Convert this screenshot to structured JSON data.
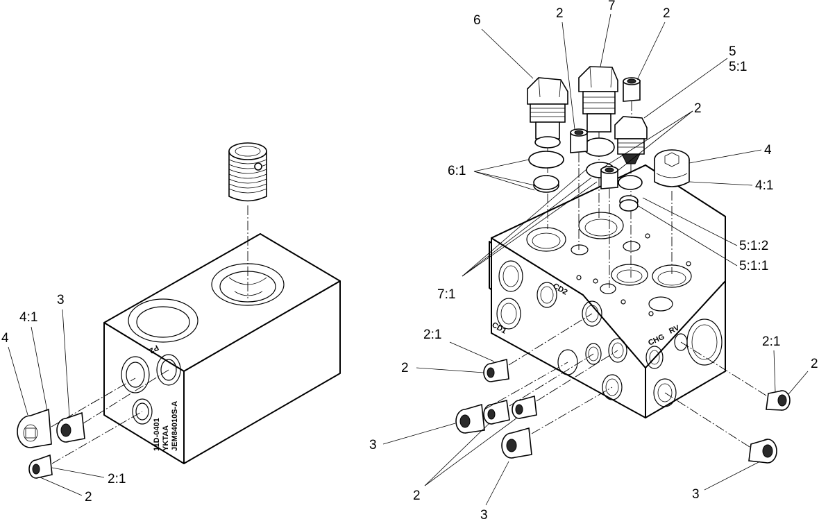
{
  "left_assembly": {
    "callouts": [
      "4",
      "4:1",
      "3",
      "2:1",
      "2"
    ],
    "stamps": [
      "P2",
      "JEM84010S-A",
      "YKTAA",
      "11D-0401"
    ]
  },
  "right_assembly": {
    "callouts": [
      "6",
      "2",
      "7",
      "2",
      "5",
      "5:1",
      "2",
      "6:1",
      "4",
      "4:1",
      "5:1:2",
      "5:1:1",
      "7:1",
      "2:1",
      "2",
      "2:1",
      "2",
      "3",
      "2",
      "3",
      "3"
    ],
    "port_labels": [
      "CD2",
      "CD1",
      "CHG",
      "RV"
    ]
  }
}
